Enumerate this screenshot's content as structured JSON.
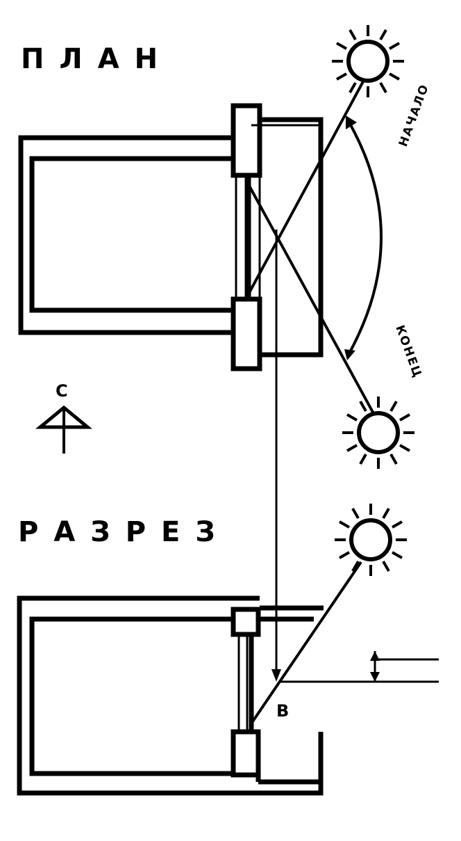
{
  "labels": {
    "plan": "ПЛАН",
    "section": "РАЗРЕЗ",
    "start": "НАЧАЛО",
    "end": "КОНЕЦ",
    "north": "С",
    "point_b": "В"
  }
}
